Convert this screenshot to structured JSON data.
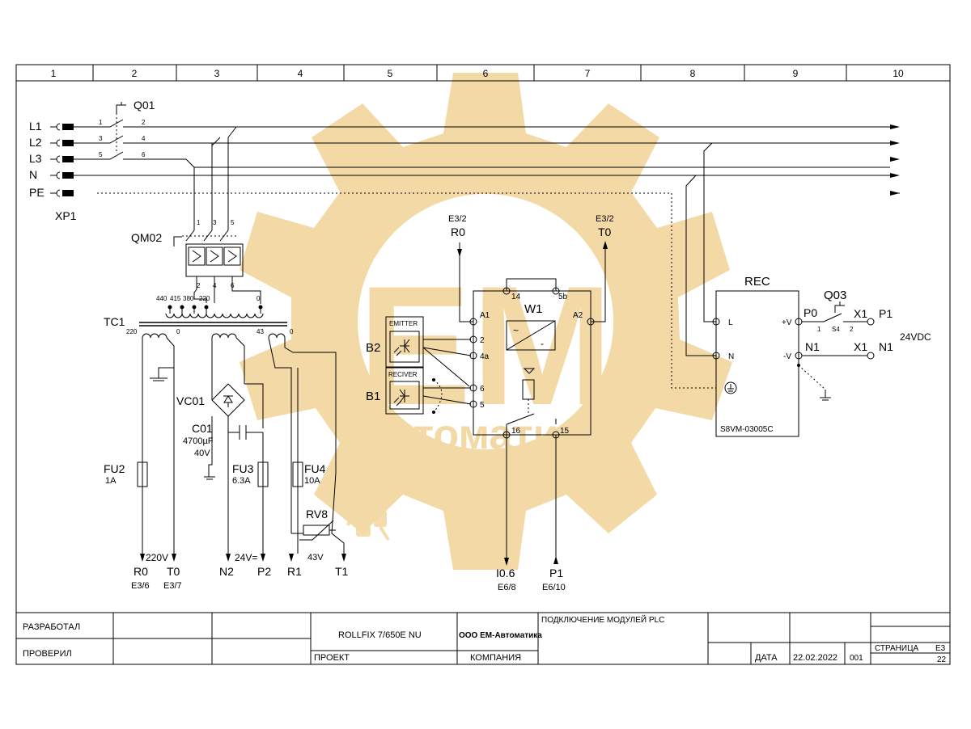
{
  "columns": [
    "1",
    "2",
    "3",
    "4",
    "5",
    "6",
    "7",
    "8",
    "9",
    "10"
  ],
  "watermark": {
    "logo": "EM",
    "text": "автоматика",
    "color": "#f3d9a6"
  },
  "schematic": {
    "q01": "Q01",
    "contacts_q01": [
      "1",
      "2",
      "3",
      "4",
      "5",
      "6"
    ],
    "mains": [
      "L1",
      "L2",
      "L3",
      "N",
      "PE"
    ],
    "xp1": "XP1",
    "qm02": "QM02",
    "qm02_contacts": [
      "1",
      "3",
      "5",
      "2",
      "4",
      "6"
    ],
    "tc1": "TC1",
    "tc1_taps": [
      "440",
      "415",
      "380",
      "220",
      "0"
    ],
    "tc1_sec": [
      "220",
      "0",
      "43",
      "0"
    ],
    "vc01": "VC01",
    "c01": {
      "name": "C01",
      "value": "4700µF",
      "voltage": "40V"
    },
    "fu2": {
      "name": "FU2",
      "value": "1A"
    },
    "fu3": {
      "name": "FU3",
      "value": "6.3A"
    },
    "fu4": {
      "name": "FU4",
      "value": "10A"
    },
    "rv8": {
      "name": "RV8",
      "value": "43V"
    },
    "v220": "220V",
    "v24": "24V=",
    "r0_bottom": {
      "name": "R0",
      "ref": "E3/6"
    },
    "t0_bottom": {
      "name": "T0",
      "ref": "E3/7"
    },
    "n2": "N2",
    "p2": "P2",
    "r1": "R1",
    "t1": "T1",
    "r0_top": {
      "ref": "E3/2",
      "name": "R0"
    },
    "t0_top": {
      "ref": "E3/2",
      "name": "T0"
    },
    "w1": {
      "name": "W1",
      "terminals": [
        "14",
        "5b",
        "A1",
        "A2",
        "2",
        "4a",
        "6",
        "5",
        "16",
        "15"
      ]
    },
    "b2": {
      "name": "B2",
      "label": "EMITTER"
    },
    "b1": {
      "name": "B1",
      "label": "RECIVER"
    },
    "i06": {
      "name": "I0.6",
      "ref": "E6/8"
    },
    "p1_bottom": {
      "name": "P1",
      "ref": "E6/10"
    },
    "rec": {
      "name": "REC",
      "terminals": [
        "L",
        "N"
      ],
      "model": "S8VM-03005C"
    },
    "q03": "Q03",
    "plus_v": "+V",
    "minus_v": "-V",
    "p0": "P0",
    "n1": "N1",
    "x1a": "X1",
    "x1b": "X1",
    "p1_out": "P1",
    "n1_out": "N1",
    "v24dc": "24VDC",
    "s4": "S4",
    "q03_contacts": [
      "1",
      "2"
    ]
  },
  "title_block": {
    "developed": "РАЗРАБОТАЛ",
    "checked": "ПРОВЕРИЛ",
    "project_name": "ROLLFIX 7/650E NU",
    "project_label": "ПРОЕКТ",
    "company_name": "ООО ЕМ-Автоматика",
    "company_label": "КОМПАНИЯ",
    "sheet_title": "ПОДКЛЮЧЕНИЕ МОДУЛЕЙ PLC",
    "date_label": "ДАТА",
    "date": "22.02.2022",
    "rev": "001",
    "page_label": "СТРАНИЦА",
    "page": "E3",
    "pages_total": "22"
  }
}
